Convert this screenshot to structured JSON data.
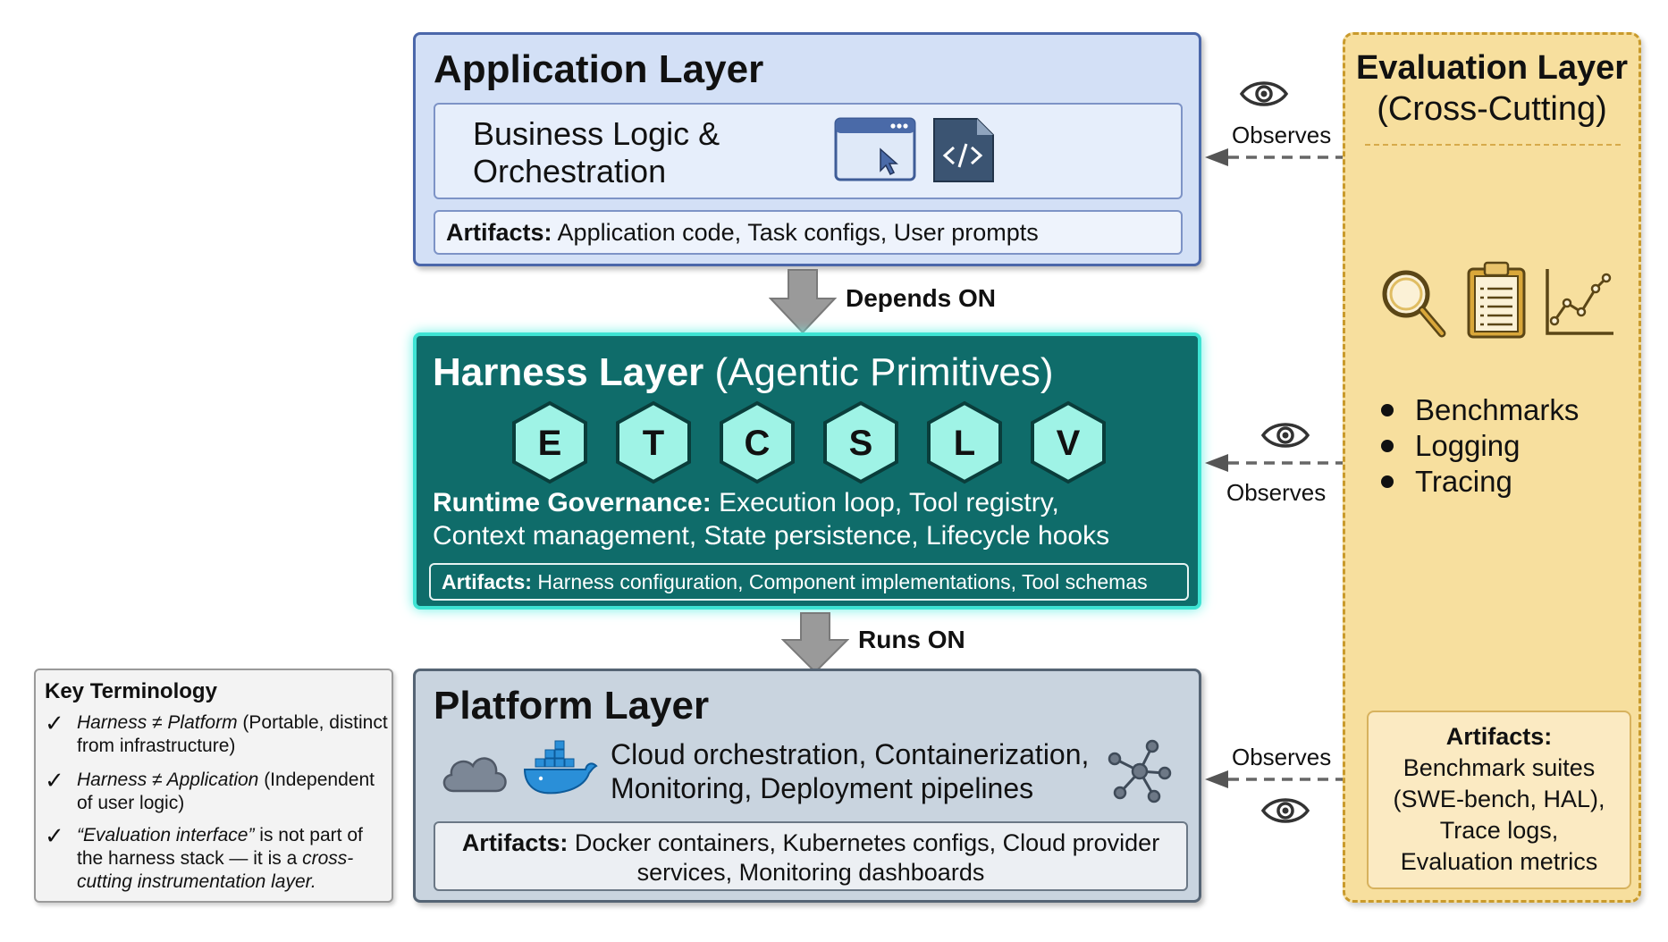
{
  "application_layer": {
    "title": "Application Layer",
    "subtitle_line1": "Business Logic &",
    "subtitle_line2": "Orchestration",
    "artifacts_label": "Artifacts:",
    "artifacts_text": " Application code, Task configs, User prompts",
    "icons": [
      "browser-window-icon",
      "code-file-icon"
    ]
  },
  "connector_app_harness": {
    "label": "Depends ON"
  },
  "harness_layer": {
    "title_bold": "Harness Layer",
    "title_rest": " (Agentic Primitives)",
    "primitives": [
      "E",
      "T",
      "C",
      "S",
      "L",
      "V"
    ],
    "governance_label": "Runtime Governance:",
    "governance_line1": " Execution loop, Tool registry,",
    "governance_line2": "Context management, State persistence, Lifecycle hooks",
    "artifacts_label": "Artifacts:",
    "artifacts_text": " Harness configuration, Component implementations, Tool schemas"
  },
  "connector_harness_platform": {
    "label": "Runs ON"
  },
  "platform_layer": {
    "title": "Platform Layer",
    "desc_line1": "Cloud orchestration, Containerization,",
    "desc_line2": "Monitoring, Deployment pipelines",
    "artifacts_label": "Artifacts:",
    "artifacts_line1": " Docker containers, Kubernetes configs, Cloud provider",
    "artifacts_line2": "services, Monitoring dashboards",
    "icons": [
      "cloud-icon",
      "docker-whale-icon",
      "network-nodes-icon"
    ]
  },
  "evaluation_layer": {
    "title": "Evaluation Layer",
    "subtitle": "(Cross-Cutting)",
    "icons": [
      "magnifier-icon",
      "clipboard-icon",
      "line-chart-icon"
    ],
    "bullets": [
      "Benchmarks",
      "Logging",
      "Tracing"
    ],
    "artifacts_title": "Artifacts:",
    "artifacts_lines": [
      "Benchmark suites",
      "(SWE-bench, HAL),",
      "Trace logs,",
      "Evaluation metrics"
    ]
  },
  "observes": [
    "Observes",
    "Observes",
    "Observes"
  ],
  "key_terminology": {
    "title": "Key Terminology",
    "items": [
      {
        "em": "Harness ≠ Platform",
        "rest": " (Portable, distinct from infrastructure)"
      },
      {
        "em": "Harness ≠ Application",
        "rest": " (Independent of user logic)"
      },
      {
        "em": "“Evaluation interface”",
        "rest": " is not part of the harness stack — it is a ",
        "em2": "cross-cutting instrumentation layer."
      }
    ]
  },
  "colors": {
    "application_fill": "#d3e0f6",
    "harness_fill": "#0f6c6a",
    "harness_glow": "#3ee3d3",
    "hex_fill": "#9ff3e6",
    "platform_fill": "#c9d4df",
    "evaluation_fill": "#f7df9e"
  }
}
